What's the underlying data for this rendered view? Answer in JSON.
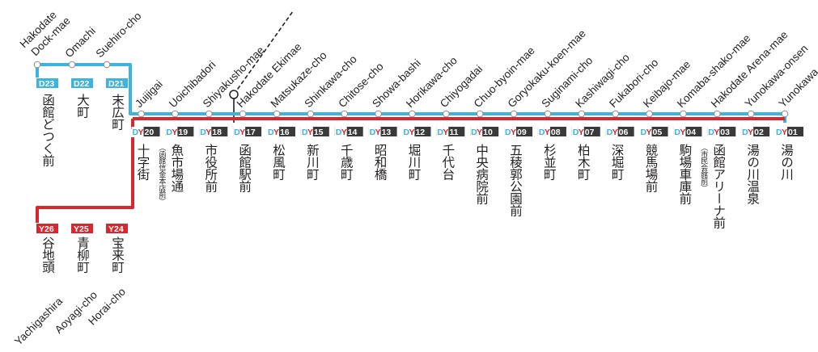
{
  "colors": {
    "blue_line": "#3cb4e0",
    "red_line": "#d7282f",
    "badge_dark": "#3a3a3a",
    "text": "#231f20"
  },
  "map": {
    "main_line": [
      {
        "code": "DY01",
        "ja": "湯の川",
        "en": "Yunokawa"
      },
      {
        "code": "DY02",
        "ja": "湯の川温泉",
        "en": "Yunokawa-onsen"
      },
      {
        "code": "DY03",
        "ja": "函館アリーナ前",
        "note": "（市民会館前）",
        "en": "Hakodate Arena-mae"
      },
      {
        "code": "DY04",
        "ja": "駒場車庫前",
        "en": "Komaba-shako-mae"
      },
      {
        "code": "DY05",
        "ja": "競馬場前",
        "en": "Keibajo-mae"
      },
      {
        "code": "DY06",
        "ja": "深堀町",
        "en": "Fukabori-cho"
      },
      {
        "code": "DY07",
        "ja": "柏木町",
        "en": "Kashiwagi-cho"
      },
      {
        "code": "DY08",
        "ja": "杉並町",
        "en": "Suginami-cho"
      },
      {
        "code": "DY09",
        "ja": "五稜郭公園前",
        "en": "Goryokaku-koen-mae"
      },
      {
        "code": "DY10",
        "ja": "中央病院前",
        "en": "Chuo-byoin-mae"
      },
      {
        "code": "DY11",
        "ja": "千代台",
        "en": "Chiyogadai"
      },
      {
        "code": "DY12",
        "ja": "堀川町",
        "en": "Horikawa-cho"
      },
      {
        "code": "DY13",
        "ja": "昭和橋",
        "en": "Showa-bashi"
      },
      {
        "code": "DY14",
        "ja": "千歳町",
        "en": "Chitose-cho"
      },
      {
        "code": "DY15",
        "ja": "新川町",
        "en": "Shinkawa-cho"
      },
      {
        "code": "DY16",
        "ja": "松風町",
        "en": "Matsukaze-cho"
      },
      {
        "code": "DY17",
        "ja": "函館駅前",
        "en": "Hakodate Ekimae"
      },
      {
        "code": "DY18",
        "ja": "市役所前",
        "en": "Shiyakusho-mae"
      },
      {
        "code": "DY19",
        "ja": "魚市場通",
        "note": "（函館信金本店前）",
        "en": "Uoichibadori"
      },
      {
        "code": "DY20",
        "ja": "十字街",
        "en": "Juijigai"
      }
    ],
    "d_branch": [
      {
        "code": "D21",
        "ja": "末広町",
        "en": "Suehiro-cho"
      },
      {
        "code": "D22",
        "ja": "大町",
        "en": "Omachi"
      },
      {
        "code": "D23",
        "ja": "函館どつく前",
        "en": "Hakodate Dock-mae"
      }
    ],
    "y_branch": [
      {
        "code": "Y24",
        "ja": "宝来町",
        "en": "Horai-cho"
      },
      {
        "code": "Y25",
        "ja": "青柳町",
        "en": "Aoyagi-cho"
      },
      {
        "code": "Y26",
        "ja": "谷地頭",
        "en": "Yachigashira"
      }
    ]
  }
}
